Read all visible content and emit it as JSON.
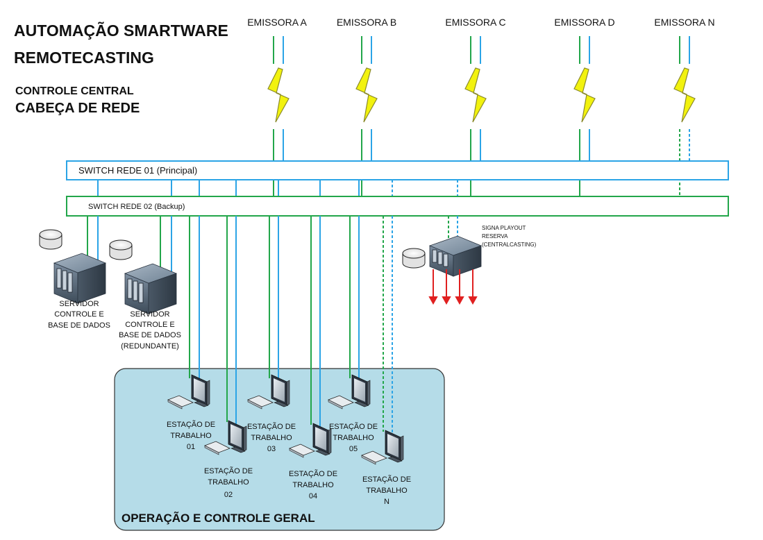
{
  "title": {
    "line1": "AUTOMAÇÃO SMARTWARE",
    "line2": "REMOTECASTING",
    "line3": "CONTROLE CENTRAL",
    "line4": "CABEÇA DE REDE"
  },
  "emissoras": [
    "EMISSORA A",
    "EMISSORA B",
    "EMISSORA C",
    "EMISSORA D",
    "EMISSORA N"
  ],
  "switch1": "SWITCH REDE 01 (Principal)",
  "switch2": "SWITCH REDE 02 (Backup)",
  "servers": {
    "main": [
      "SERVIDOR",
      "CONTROLE E",
      "BASE DE DADOS"
    ],
    "redundant": [
      "SERVIDOR",
      "CONTROLE E",
      "BASE DE DADOS",
      "(REDUNDANTE)"
    ],
    "playout": [
      "SIGNA PLAYOUT",
      "RESERVA",
      "(CENTRALCASTING)"
    ]
  },
  "operations_title": "OPERAÇÃO E CONTROLE GERAL",
  "workstations": [
    [
      "ESTAÇÃO DE",
      "TRABALHO",
      "01"
    ],
    [
      "ESTAÇÃO DE",
      "TRABALHO",
      "02"
    ],
    [
      "ESTAÇÃO DE",
      "TRABALHO",
      "03"
    ],
    [
      "ESTAÇÃO DE",
      "TRABALHO",
      "04"
    ],
    [
      "ESTAÇÃO DE",
      "TRABALHO",
      "05"
    ],
    [
      "ESTAÇÃO DE",
      "TRABALHO",
      "N"
    ]
  ],
  "colors": {
    "green": "#22a64a",
    "blue": "#2ba4e6",
    "lightning": "#f2f20e",
    "ops_bg": "#b5dce8",
    "arrow": "#e02020"
  }
}
